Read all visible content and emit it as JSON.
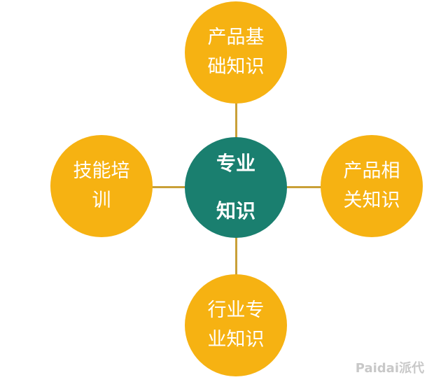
{
  "center": {
    "line1": "专业",
    "line2": "知识"
  },
  "nodes": {
    "top": {
      "line1": "产品基",
      "line2": "础知识"
    },
    "right": {
      "line1": "产品相",
      "line2": "关知识"
    },
    "bottom": {
      "line1": "行业专",
      "line2": "业知识"
    },
    "left": {
      "line1": "技能培",
      "line2": "训"
    }
  },
  "watermark": "Paidai派代",
  "colors": {
    "node": "#f6b212",
    "center": "#1a7f6f",
    "connector": "#c9a038"
  }
}
